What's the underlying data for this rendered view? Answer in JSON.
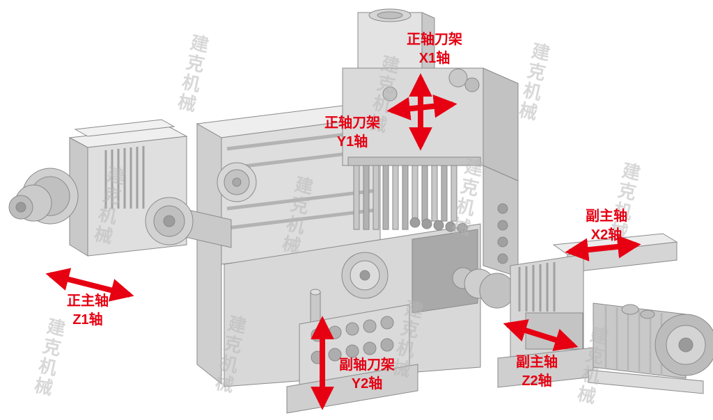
{
  "diagram": {
    "subject": "CNC swiss-type lathe axis diagram",
    "background": "#ffffff"
  },
  "watermark": {
    "text": "建克机械"
  },
  "colors": {
    "annotation_red": "#e60012",
    "watermark_gray": "#b9b9b9",
    "machine_light": "#e9e9e9",
    "machine_mid": "#d6d6d6",
    "machine_dark": "#a9a9a9"
  },
  "annotations": {
    "x1_tool_post": {
      "line1": "正轴刀架",
      "line2": "X1轴"
    },
    "y1_tool_post": {
      "line1": "正轴刀架",
      "line2": "Y1轴"
    },
    "z1_main_spindle": {
      "line1": "正主轴",
      "line2": "Z1轴"
    },
    "x2_sub_spindle": {
      "line1": "副主轴",
      "line2": "X2轴"
    },
    "y2_tool_post": {
      "line1": "副轴刀架",
      "line2": "Y2轴"
    },
    "z2_sub_spindle": {
      "line1": "副主轴",
      "line2": "Z2轴"
    }
  }
}
